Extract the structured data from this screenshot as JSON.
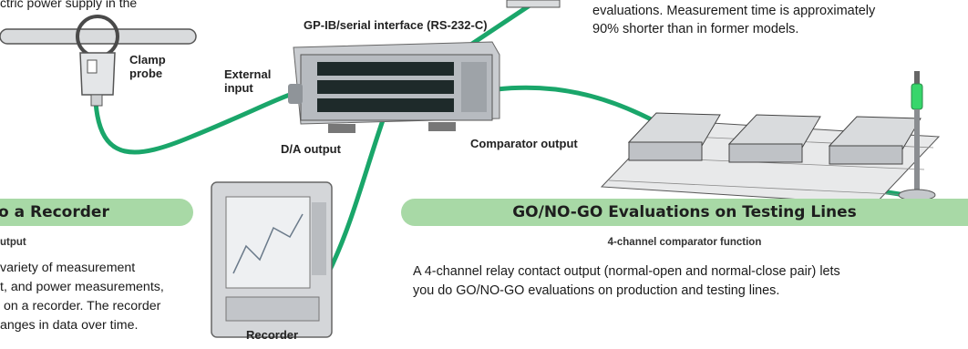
{
  "top_left_text": "ctric power supply in the",
  "top_right_text": "evaluations. Measurement time is approximately\n90% shorter than in former models.",
  "labels": {
    "interface": "GP-IB/serial interface (RS-232-C)",
    "clamp_probe": "Clamp\nprobe",
    "external_input": "External\ninput",
    "da_output": "D/A output",
    "comparator_output": "Comparator output",
    "recorder": "Recorder"
  },
  "recorder_section": {
    "banner": "o a Recorder",
    "subheading": "utput",
    "body": "variety of measurement\nt, and power measurements,\n on a recorder. The recorder\nanges in data over time."
  },
  "gonogo_section": {
    "banner": "GO/NO-GO Evaluations on Testing Lines",
    "subheading": "4-channel comparator function",
    "body": "A 4-channel relay contact output (normal-open and normal-close pair) lets\nyou do GO/NO-GO evaluations on production and testing lines."
  },
  "colors": {
    "banner": "#a8d9a6",
    "cable": "#1aa66a",
    "device": "#c9ccd0",
    "signal_tower_light": "#37d66b"
  }
}
